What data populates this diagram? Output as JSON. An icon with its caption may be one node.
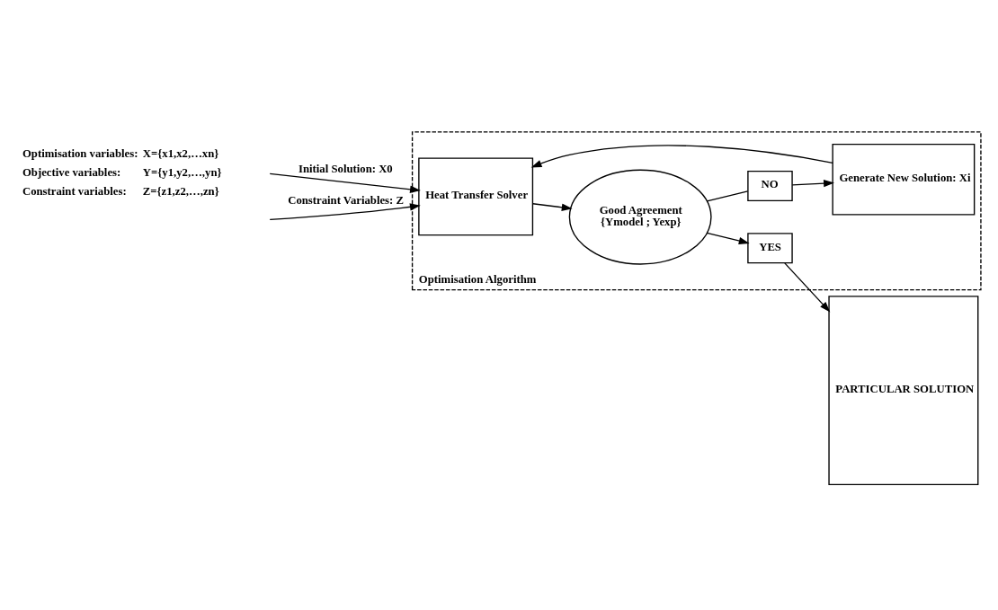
{
  "diagram": {
    "nodes": [
      {
        "text": [
          "Optimisation Algorithm"
        ]
      },
      {
        "text": [
          "Heat Transfer Solver"
        ],
        "in": 0
      },
      {
        "text": [
          "Good Agreement",
          "{Ymodel ; Yexp}"
        ],
        "in": 0
      },
      {
        "text": [
          "YES"
        ],
        "in": 0
      },
      {
        "text": [
          "NO"
        ],
        "in": 0
      },
      {
        "text": [
          "Generate New Solution: Xi"
        ],
        "in": 0
      },
      {
        "text": [
          "PARTICULAR SOLUTION"
        ]
      }
    ],
    "edges": [
      {
        "from": null,
        "to": 1,
        "arrow": "to",
        "label": "Initial Solution: X0"
      },
      {
        "from": null,
        "to": 1,
        "arrow": "to",
        "label": "Constraint Variables: Z"
      },
      {
        "from": 1,
        "to": 2,
        "arrow": "to"
      },
      {
        "from": 2,
        "to": 3,
        "arrow": "to"
      },
      {
        "from": 3,
        "to": 6,
        "arrow": "to"
      },
      {
        "from": 2,
        "to": 4,
        "arrow": "none"
      },
      {
        "from": 4,
        "to": 5,
        "arrow": "to"
      },
      {
        "from": 5,
        "to": 1,
        "arrow": "to"
      }
    ],
    "labels": [
      "Optimisation variables:",
      "X={x1,x2,…xn}",
      "Objective variables:",
      "Y={y1,y2,…,yn}",
      "Constraint variables:",
      "Z={z1,z2,…,zn}"
    ]
  }
}
